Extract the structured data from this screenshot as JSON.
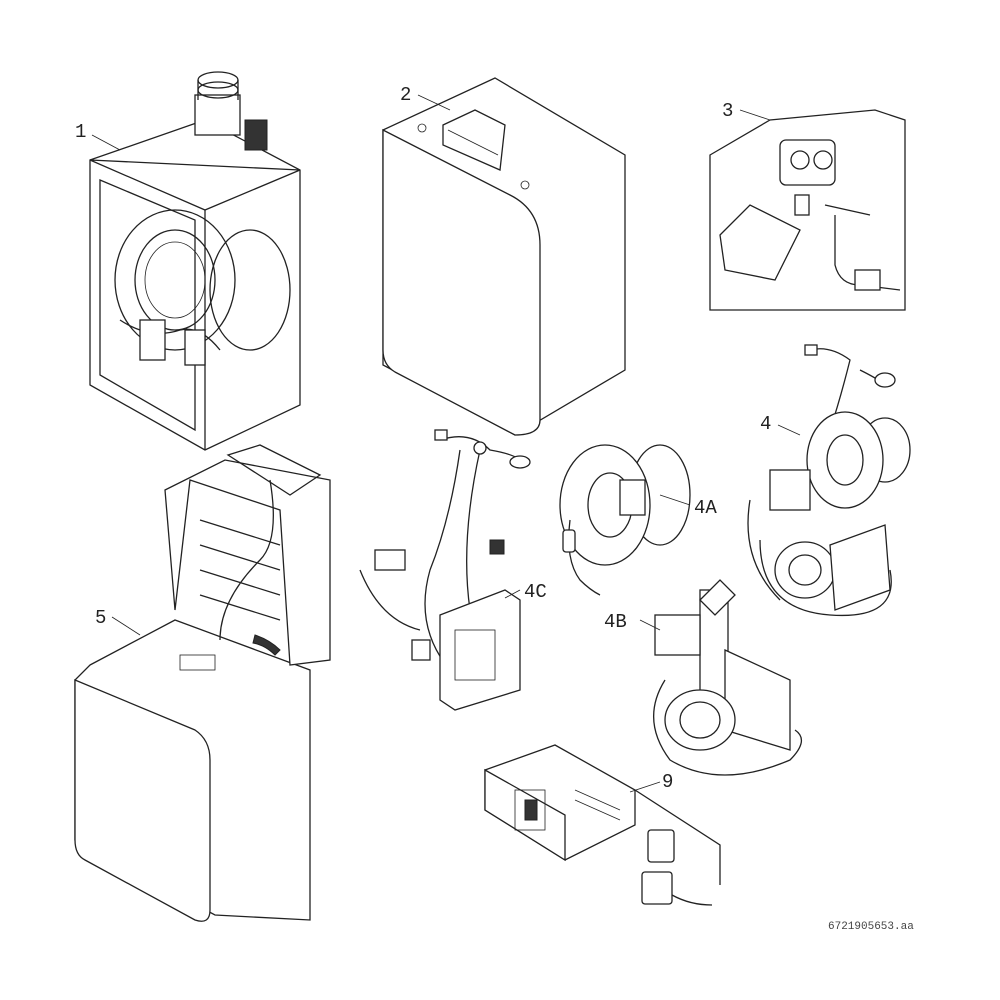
{
  "labels": {
    "p1": "1",
    "p2": "2",
    "p3": "3",
    "p4": "4",
    "p4A": "4A",
    "p4B": "4B",
    "p4C": "4C",
    "p5": "5",
    "p9": "9"
  },
  "drawing_code": "6721905653.aa"
}
